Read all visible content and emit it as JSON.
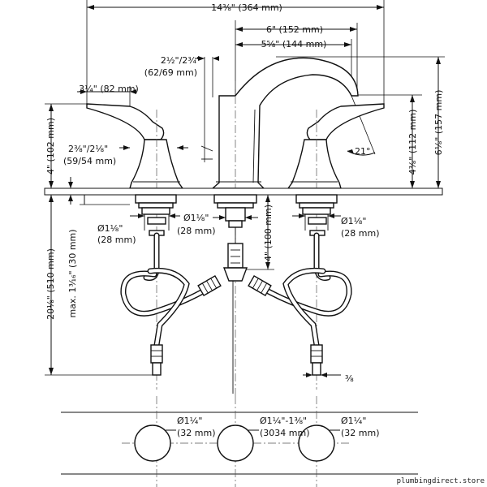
{
  "dimensions": {
    "overall_width": "14⅜\" (364 mm)",
    "spout_center": "6\" (152 mm)",
    "spout_reach": "5⅝\" (144 mm)",
    "spout_height_a": "2½\"/2¾\"",
    "spout_height_b": "(62/69 mm)",
    "handle_reach": "3¼\" (82 mm)",
    "handle_height": "4\" (102 mm)",
    "handle_base_a": "2⅜\"/2⅛\"",
    "handle_base_b": "(59/54 mm)",
    "total_height": "6⅛\" (157 mm)",
    "spout_rise": "4⅜\" (112 mm)",
    "angle": "21°",
    "hose_length": "20⅛\" (510 mm)",
    "max_deck": "max. 1³⁄₁₆\" (30 mm)",
    "shank_left_a": "Ø1⅛\"",
    "shank_left_b": "(28 mm)",
    "shank_center_a": "Ø1⅛\"",
    "shank_center_b": "(28 mm)",
    "shank_right_a": "Ø1⅛\"",
    "shank_right_b": "(28 mm)",
    "tee_drop": "4\" (100 mm)",
    "connection": "⅜",
    "hole_left_a": "Ø1¼\"",
    "hole_left_b": "(32 mm)",
    "hole_center_a": "Ø1¼\"-1⅜\"",
    "hole_center_b": "(3034 mm)",
    "hole_right_a": "Ø1¼\"",
    "hole_right_b": "(32 mm)"
  },
  "watermark": "plumbingdirect.store"
}
